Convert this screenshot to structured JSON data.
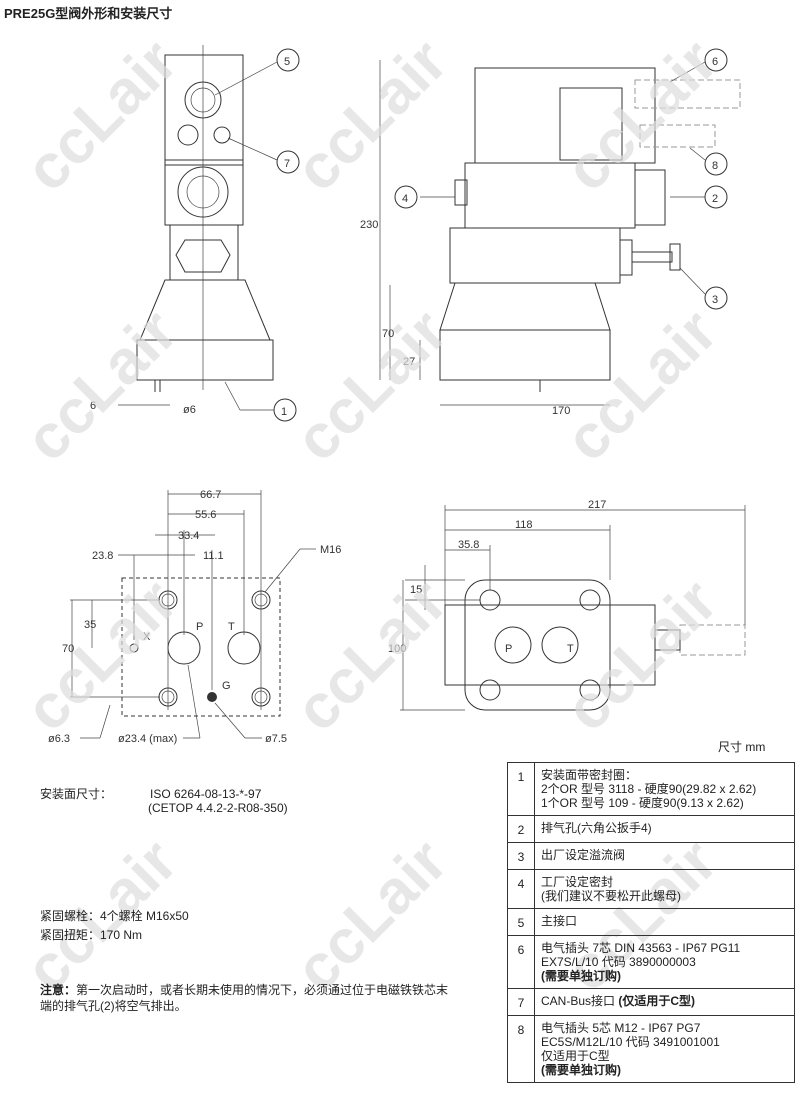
{
  "title": "PRE25G型阀外形和安装尺寸",
  "watermark": "ccLair",
  "drawing_top": {
    "callouts": [
      "5",
      "7",
      "1",
      "4",
      "2",
      "6",
      "8",
      "3"
    ],
    "dims": {
      "d6": "6",
      "phi6": "ø6",
      "h230": "230",
      "h70": "70",
      "h27": "27",
      "w170": "170"
    }
  },
  "mounting": {
    "dims": {
      "d667": "66.7",
      "d556": "55.6",
      "d334": "33.4",
      "d238": "23.8",
      "d111": "11.1",
      "m16": "M16",
      "d35": "35",
      "d70": "70",
      "phi63": "ø6.3",
      "phi234": "ø23.4 (max)",
      "phi75": "ø7.5"
    },
    "ports": {
      "x": "X",
      "p": "P",
      "t": "T",
      "g": "G"
    }
  },
  "top_view": {
    "dims": {
      "d217": "217",
      "d118": "118",
      "d358": "35.8",
      "d15": "15",
      "d100": "100"
    },
    "ports": {
      "p": "P",
      "t": "T"
    }
  },
  "unit_label": "尺寸    mm",
  "specs": {
    "mount_label": "安装面尺寸：",
    "mount_value1": "ISO 6264-08-13-*-97",
    "mount_value2": "(CETOP 4.4.2-2-R08-350)",
    "bolts": "紧固螺栓：4个螺栓 M16x50",
    "torque": "紧固扭矩：170 Nm",
    "note_label": "注意：",
    "note_text": "第一次启动时，或者长期未使用的情况下，必须通过位于电磁铁铁芯末端的排气孔(2)将空气排出。"
  },
  "parts": [
    {
      "num": "1",
      "lines": [
        "安装面带密封圈：",
        "2个OR 型号 3118 - 硬度90(29.82 x 2.62)",
        "1个OR 型号 109 - 硬度90(9.13 x 2.62)"
      ]
    },
    {
      "num": "2",
      "lines": [
        "排气孔(六角公扳手4)"
      ]
    },
    {
      "num": "3",
      "lines": [
        "出厂设定溢流阀"
      ]
    },
    {
      "num": "4",
      "lines": [
        "工厂设定密封",
        "(我们建议不要松开此螺母)"
      ]
    },
    {
      "num": "5",
      "lines": [
        "主接口"
      ]
    },
    {
      "num": "6",
      "lines": [
        "电气插头 7芯 DIN 43563 - IP67 PG11",
        "EX7S/L/10 代码 3890000003"
      ],
      "bold": "(需要单独订购)"
    },
    {
      "num": "7",
      "lines": [
        "CAN-Bus接口"
      ],
      "bold": "(仅适用于C型)"
    },
    {
      "num": "8",
      "lines": [
        "电气插头 5芯 M12 - IP67 PG7",
        "EC5S/M12L/10 代码 3491001001",
        "仅适用于C型"
      ],
      "bold": "(需要单独订购)"
    }
  ]
}
